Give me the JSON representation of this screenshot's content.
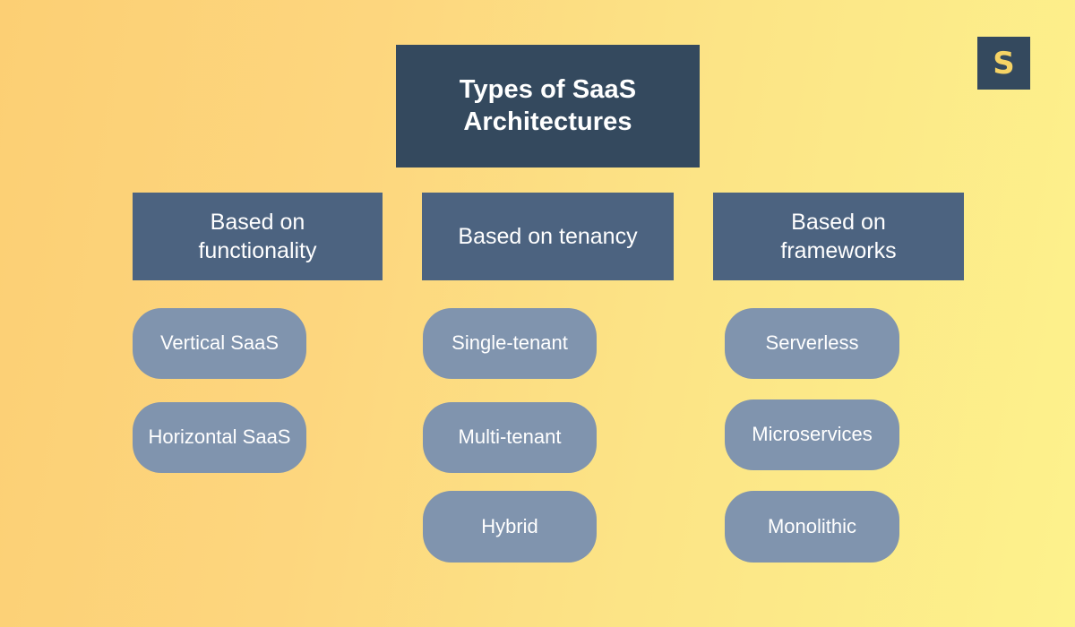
{
  "background": {
    "gradient_from": "#FCCF74",
    "gradient_to": "#FDF28C"
  },
  "logo": {
    "letter": "S",
    "background_color": "#34495E",
    "text_color": "#F6D365"
  },
  "title": {
    "text": "Types of SaaS\nArchitectures",
    "line1": "Types of SaaS",
    "line2": "Architectures",
    "background_color": "#34495E",
    "text_color": "#FFFFFF"
  },
  "diagram": {
    "type": "hierarchy",
    "root": "Types of SaaS Architectures",
    "category_color": "#4C6380",
    "leaf_color": "#8094AE",
    "columns": [
      {
        "id": "functionality",
        "header": "Based on\nfunctionality",
        "header_line1": "Based on",
        "header_line2": "functionality",
        "items": [
          {
            "label": "Vertical SaaS"
          },
          {
            "label": "Horizontal SaaS"
          }
        ]
      },
      {
        "id": "tenancy",
        "header": "Based on tenancy",
        "header_line1": "Based on tenancy",
        "header_line2": "",
        "items": [
          {
            "label": "Single-tenant"
          },
          {
            "label": "Multi-tenant"
          },
          {
            "label": "Hybrid"
          }
        ]
      },
      {
        "id": "frameworks",
        "header": "Based on\nframeworks",
        "header_line1": "Based on",
        "header_line2": "frameworks",
        "items": [
          {
            "label": "Serverless"
          },
          {
            "label": "Microservices"
          },
          {
            "label": "Monolithic"
          }
        ]
      }
    ]
  }
}
